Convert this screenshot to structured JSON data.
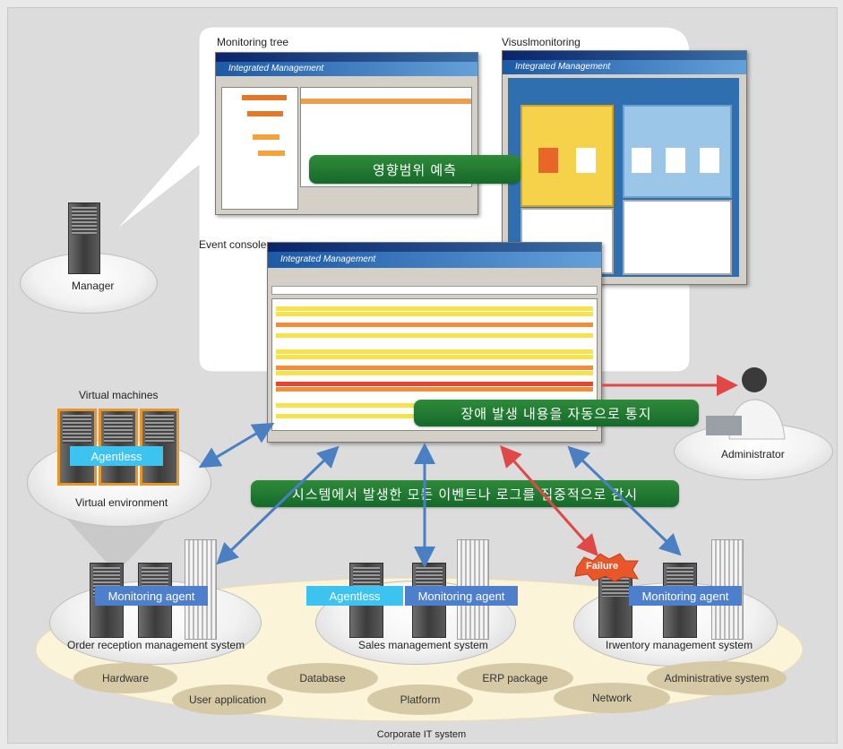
{
  "labels": {
    "monitoring_tree": "Monitoring tree",
    "visual_monitoring": "Visuslmonitoring",
    "event_console": "Event console",
    "manager": "Manager",
    "administrator": "Administrator",
    "virtual_machines": "Virtual machines",
    "virtual_environment": "Virtual environment",
    "corporate_it_system": "Corporate IT system",
    "failure": "Failure"
  },
  "banners": {
    "impact": "영향범위 예측",
    "notify": "장애 발생 내용을 자동으로 통지",
    "monitor": "시스템에서 발생한 모든 이벤트나 로그를 집중적으로 감시"
  },
  "tags": {
    "agentless": "Agentless",
    "monitoring_agent": "Monitoring agent"
  },
  "systems": {
    "order": "Order  reception management system",
    "sales": "Sales management system",
    "inventory": "Irwentory management system"
  },
  "layers": {
    "hardware": "Hardware",
    "user_application": "User application",
    "database": "Database",
    "platform": "Platform",
    "erp_package": "ERP package",
    "network": "Network",
    "administrative_system": "Administrative system"
  },
  "screens": {
    "integrated_management": "Integrated Management"
  },
  "colors": {
    "banner_green": "#1f7a30",
    "agentless": "#3cc3f0",
    "monitoring_agent": "#4d7fcc",
    "arrow_blue": "#4a7fc1",
    "arrow_red": "#e04848",
    "layer_pill": "#d6c9a6",
    "failure": "#e8562a"
  }
}
